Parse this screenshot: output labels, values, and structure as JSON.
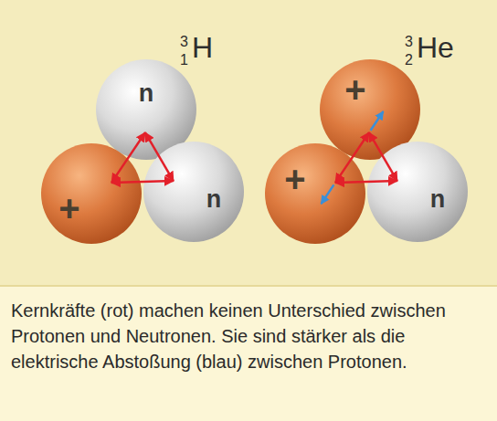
{
  "diagram": {
    "caption": "Kernkräfte (rot) machen keinen Unterschied zwischen Protonen und Neutronen. Sie sind stärker als die elektrische Abstoßung (blau) zwischen Protonen.",
    "nodes": [
      {
        "text": [
          "n"
        ]
      },
      {
        "text": [
          "+"
        ]
      },
      {
        "text": [
          "n"
        ]
      },
      {
        "text": [
          "+"
        ]
      },
      {
        "text": [
          "+"
        ]
      },
      {
        "text": [
          "n"
        ]
      }
    ],
    "edges": [
      {
        "from": 0,
        "to": 1,
        "arrow": "both"
      },
      {
        "from": 1,
        "to": 2,
        "arrow": "both"
      },
      {
        "from": 0,
        "to": 2,
        "arrow": "both"
      },
      {
        "from": 3,
        "to": 4,
        "arrow": "both"
      },
      {
        "from": 4,
        "to": 5,
        "arrow": "both"
      },
      {
        "from": 3,
        "to": 5,
        "arrow": "both"
      }
    ],
    "labels": [
      "3",
      "1",
      "H",
      "3",
      "2",
      "He"
    ]
  }
}
